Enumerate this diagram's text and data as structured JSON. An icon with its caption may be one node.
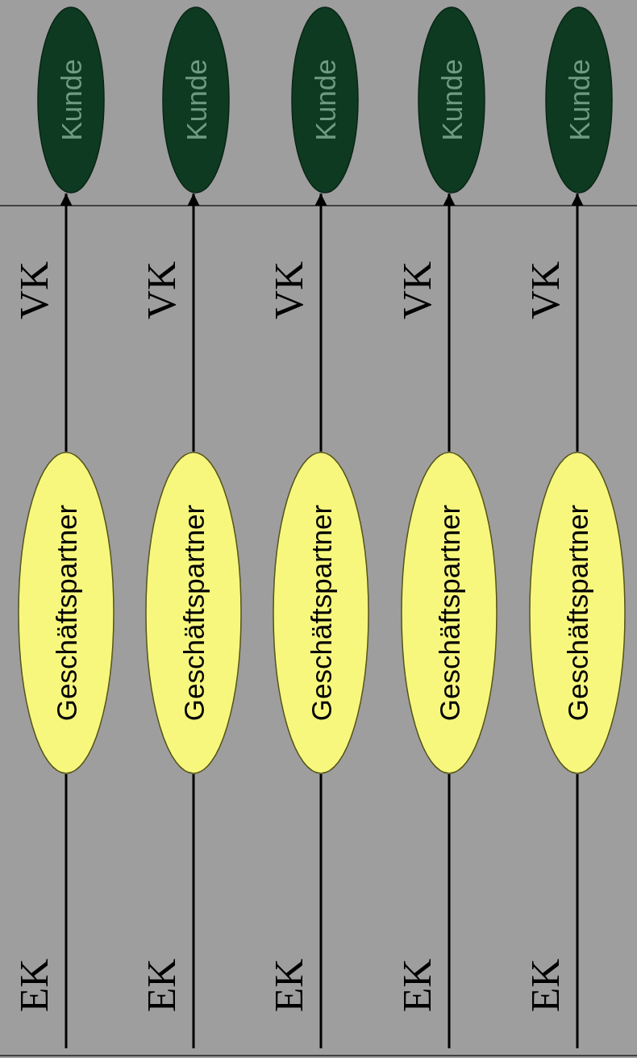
{
  "diagram": {
    "nodes": [
      {
        "text": [
          "Geschäftspartner"
        ]
      },
      {
        "text": [
          "Kunde"
        ]
      },
      {
        "text": [
          "Geschäftspartner"
        ]
      },
      {
        "text": [
          "Kunde"
        ]
      },
      {
        "text": [
          "Geschäftspartner"
        ]
      },
      {
        "text": [
          "Kunde"
        ]
      },
      {
        "text": [
          "Geschäftspartner"
        ]
      },
      {
        "text": [
          "Kunde"
        ]
      },
      {
        "text": [
          "Geschäftspartner"
        ]
      },
      {
        "text": [
          "Kunde"
        ]
      }
    ],
    "edges": [
      {
        "from": null,
        "to": 0,
        "arrow": "none"
      },
      {
        "from": 0,
        "to": 1,
        "arrow": "to"
      },
      {
        "from": null,
        "to": 2,
        "arrow": "none"
      },
      {
        "from": 2,
        "to": 3,
        "arrow": "to"
      },
      {
        "from": null,
        "to": 4,
        "arrow": "none"
      },
      {
        "from": 4,
        "to": 5,
        "arrow": "to"
      },
      {
        "from": null,
        "to": 6,
        "arrow": "none"
      },
      {
        "from": 6,
        "to": 7,
        "arrow": "to"
      },
      {
        "from": null,
        "to": 8,
        "arrow": "none"
      },
      {
        "from": 8,
        "to": 9,
        "arrow": "to"
      }
    ],
    "labels": [
      "VK",
      "EK",
      "VK",
      "EK",
      "VK",
      "EK",
      "VK",
      "EK",
      "VK",
      "EK"
    ]
  }
}
